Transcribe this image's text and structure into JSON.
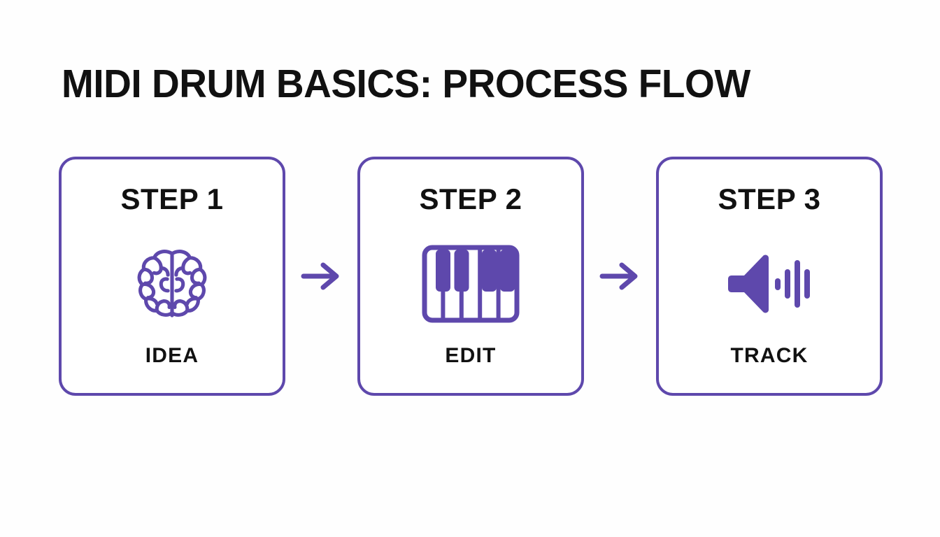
{
  "slide": {
    "title": "MIDI DRUM BASICS: PROCESS FLOW",
    "background_color": "#FEFEFE",
    "accent_color": "#5E48AC",
    "text_color": "#111111"
  },
  "flow": {
    "steps": [
      {
        "heading": "STEP 1",
        "label": "IDEA",
        "icon": "brain-icon",
        "icon_style": "outline"
      },
      {
        "heading": "STEP 2",
        "label": "EDIT",
        "icon": "piano-keyboard-icon",
        "icon_style": "outline-filled"
      },
      {
        "heading": "STEP 3",
        "label": "TRACK",
        "icon": "speaker-volume-icon",
        "icon_style": "solid"
      }
    ],
    "connectors": [
      {
        "icon": "arrow-right-icon"
      },
      {
        "icon": "arrow-right-icon"
      }
    ]
  }
}
